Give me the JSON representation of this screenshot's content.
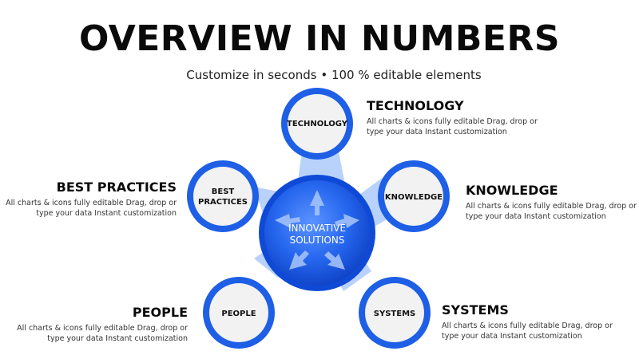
{
  "title": "OVERVIEW IN NUMBERS",
  "subtitle": "Customize in seconds • 100 % editable elements",
  "colors": {
    "primary_blue": "#1e5fe6",
    "dark_blue": "#0b3fbf",
    "light_blue": "#aeccfb",
    "node_fill": "#f2f2f2"
  },
  "hub": {
    "line1": "INNOVATIVE",
    "line2": "SOLUTIONS"
  },
  "nodes": {
    "technology": {
      "label": "TECHNOLOGY"
    },
    "knowledge": {
      "label": "KNOWLEDGE"
    },
    "systems": {
      "label": "SYSTEMS"
    },
    "people": {
      "label": "PEOPLE"
    },
    "best_practices": {
      "line1": "BEST",
      "line2": "PRACTICES"
    }
  },
  "callouts": {
    "technology": {
      "heading": "TECHNOLOGY",
      "text": "All charts & icons fully editable Drag, drop or type your data Instant customization"
    },
    "knowledge": {
      "heading": "KNOWLEDGE",
      "text": "All charts & icons fully editable Drag, drop or type your data Instant customization"
    },
    "systems": {
      "heading": "SYSTEMS",
      "text": "All charts & icons fully editable Drag, drop or type your data Instant customization"
    },
    "people": {
      "heading": "PEOPLE",
      "text": "All charts & icons fully editable Drag, drop or type your data Instant customization"
    },
    "best_practices": {
      "heading": "BEST PRACTICES",
      "text": "All charts & icons fully editable Drag, drop or type your data Instant customization"
    }
  }
}
